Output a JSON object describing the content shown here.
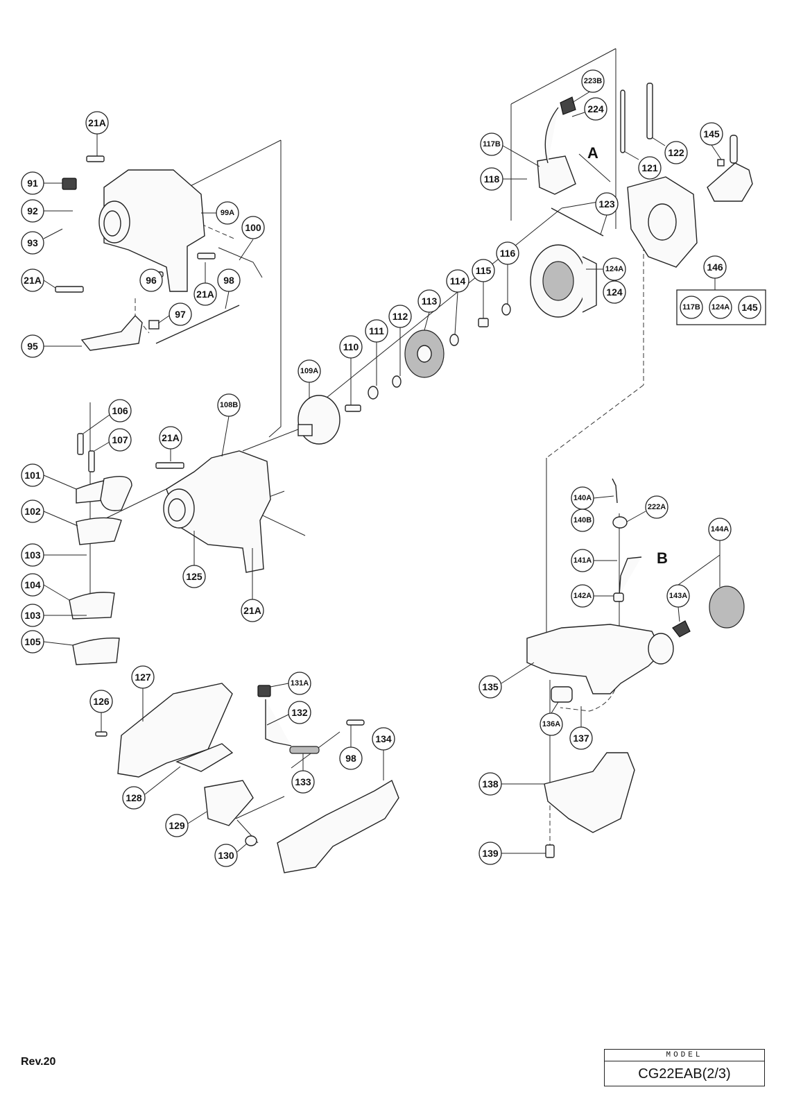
{
  "reference_letters": [
    "A",
    "B"
  ],
  "callouts": [
    {
      "id": "c-21A-top",
      "label": "21A"
    },
    {
      "id": "c-91",
      "label": "91"
    },
    {
      "id": "c-92",
      "label": "92"
    },
    {
      "id": "c-93",
      "label": "93"
    },
    {
      "id": "c-21A-left",
      "label": "21A"
    },
    {
      "id": "c-99A",
      "label": "99A"
    },
    {
      "id": "c-100",
      "label": "100"
    },
    {
      "id": "c-96",
      "label": "96"
    },
    {
      "id": "c-21A-mid",
      "label": "21A"
    },
    {
      "id": "c-98-top",
      "label": "98"
    },
    {
      "id": "c-97",
      "label": "97"
    },
    {
      "id": "c-95",
      "label": "95"
    },
    {
      "id": "c-106",
      "label": "106"
    },
    {
      "id": "c-107",
      "label": "107"
    },
    {
      "id": "c-101",
      "label": "101"
    },
    {
      "id": "c-102",
      "label": "102"
    },
    {
      "id": "c-103a",
      "label": "103"
    },
    {
      "id": "c-104",
      "label": "104"
    },
    {
      "id": "c-103b",
      "label": "103"
    },
    {
      "id": "c-105",
      "label": "105"
    },
    {
      "id": "c-108B",
      "label": "108B"
    },
    {
      "id": "c-21A-housing",
      "label": "21A"
    },
    {
      "id": "c-125",
      "label": "125"
    },
    {
      "id": "c-21A-bottom",
      "label": "21A"
    },
    {
      "id": "c-109A",
      "label": "109A"
    },
    {
      "id": "c-110",
      "label": "110"
    },
    {
      "id": "c-111",
      "label": "111"
    },
    {
      "id": "c-112",
      "label": "112"
    },
    {
      "id": "c-113",
      "label": "113"
    },
    {
      "id": "c-114",
      "label": "114"
    },
    {
      "id": "c-115",
      "label": "115"
    },
    {
      "id": "c-116",
      "label": "116"
    },
    {
      "id": "c-124A",
      "label": "124A"
    },
    {
      "id": "c-124",
      "label": "124"
    },
    {
      "id": "c-223B",
      "label": "223B"
    },
    {
      "id": "c-224",
      "label": "224"
    },
    {
      "id": "c-117B",
      "label": "117B"
    },
    {
      "id": "c-118",
      "label": "118"
    },
    {
      "id": "c-121",
      "label": "121"
    },
    {
      "id": "c-122",
      "label": "122"
    },
    {
      "id": "c-123",
      "label": "123"
    },
    {
      "id": "c-145",
      "label": "145"
    },
    {
      "id": "c-146",
      "label": "146"
    },
    {
      "id": "c-146-117B",
      "label": "117B"
    },
    {
      "id": "c-146-124A",
      "label": "124A"
    },
    {
      "id": "c-146-145",
      "label": "145"
    },
    {
      "id": "c-140A",
      "label": "140A"
    },
    {
      "id": "c-140B",
      "label": "140B"
    },
    {
      "id": "c-222A",
      "label": "222A"
    },
    {
      "id": "c-144A",
      "label": "144A"
    },
    {
      "id": "c-141A",
      "label": "141A"
    },
    {
      "id": "c-142A",
      "label": "142A"
    },
    {
      "id": "c-143A",
      "label": "143A"
    },
    {
      "id": "c-135",
      "label": "135"
    },
    {
      "id": "c-136A",
      "label": "136A"
    },
    {
      "id": "c-137",
      "label": "137"
    },
    {
      "id": "c-138",
      "label": "138"
    },
    {
      "id": "c-139",
      "label": "139"
    },
    {
      "id": "c-127",
      "label": "127"
    },
    {
      "id": "c-126",
      "label": "126"
    },
    {
      "id": "c-131A",
      "label": "131A"
    },
    {
      "id": "c-132",
      "label": "132"
    },
    {
      "id": "c-98-bottom",
      "label": "98"
    },
    {
      "id": "c-134",
      "label": "134"
    },
    {
      "id": "c-133",
      "label": "133"
    },
    {
      "id": "c-128",
      "label": "128"
    },
    {
      "id": "c-129",
      "label": "129"
    },
    {
      "id": "c-130",
      "label": "130"
    }
  ],
  "footer": {
    "revision": "Rev.20",
    "model_label": "MODEL",
    "model_value": "CG22EAB(2/3)"
  }
}
